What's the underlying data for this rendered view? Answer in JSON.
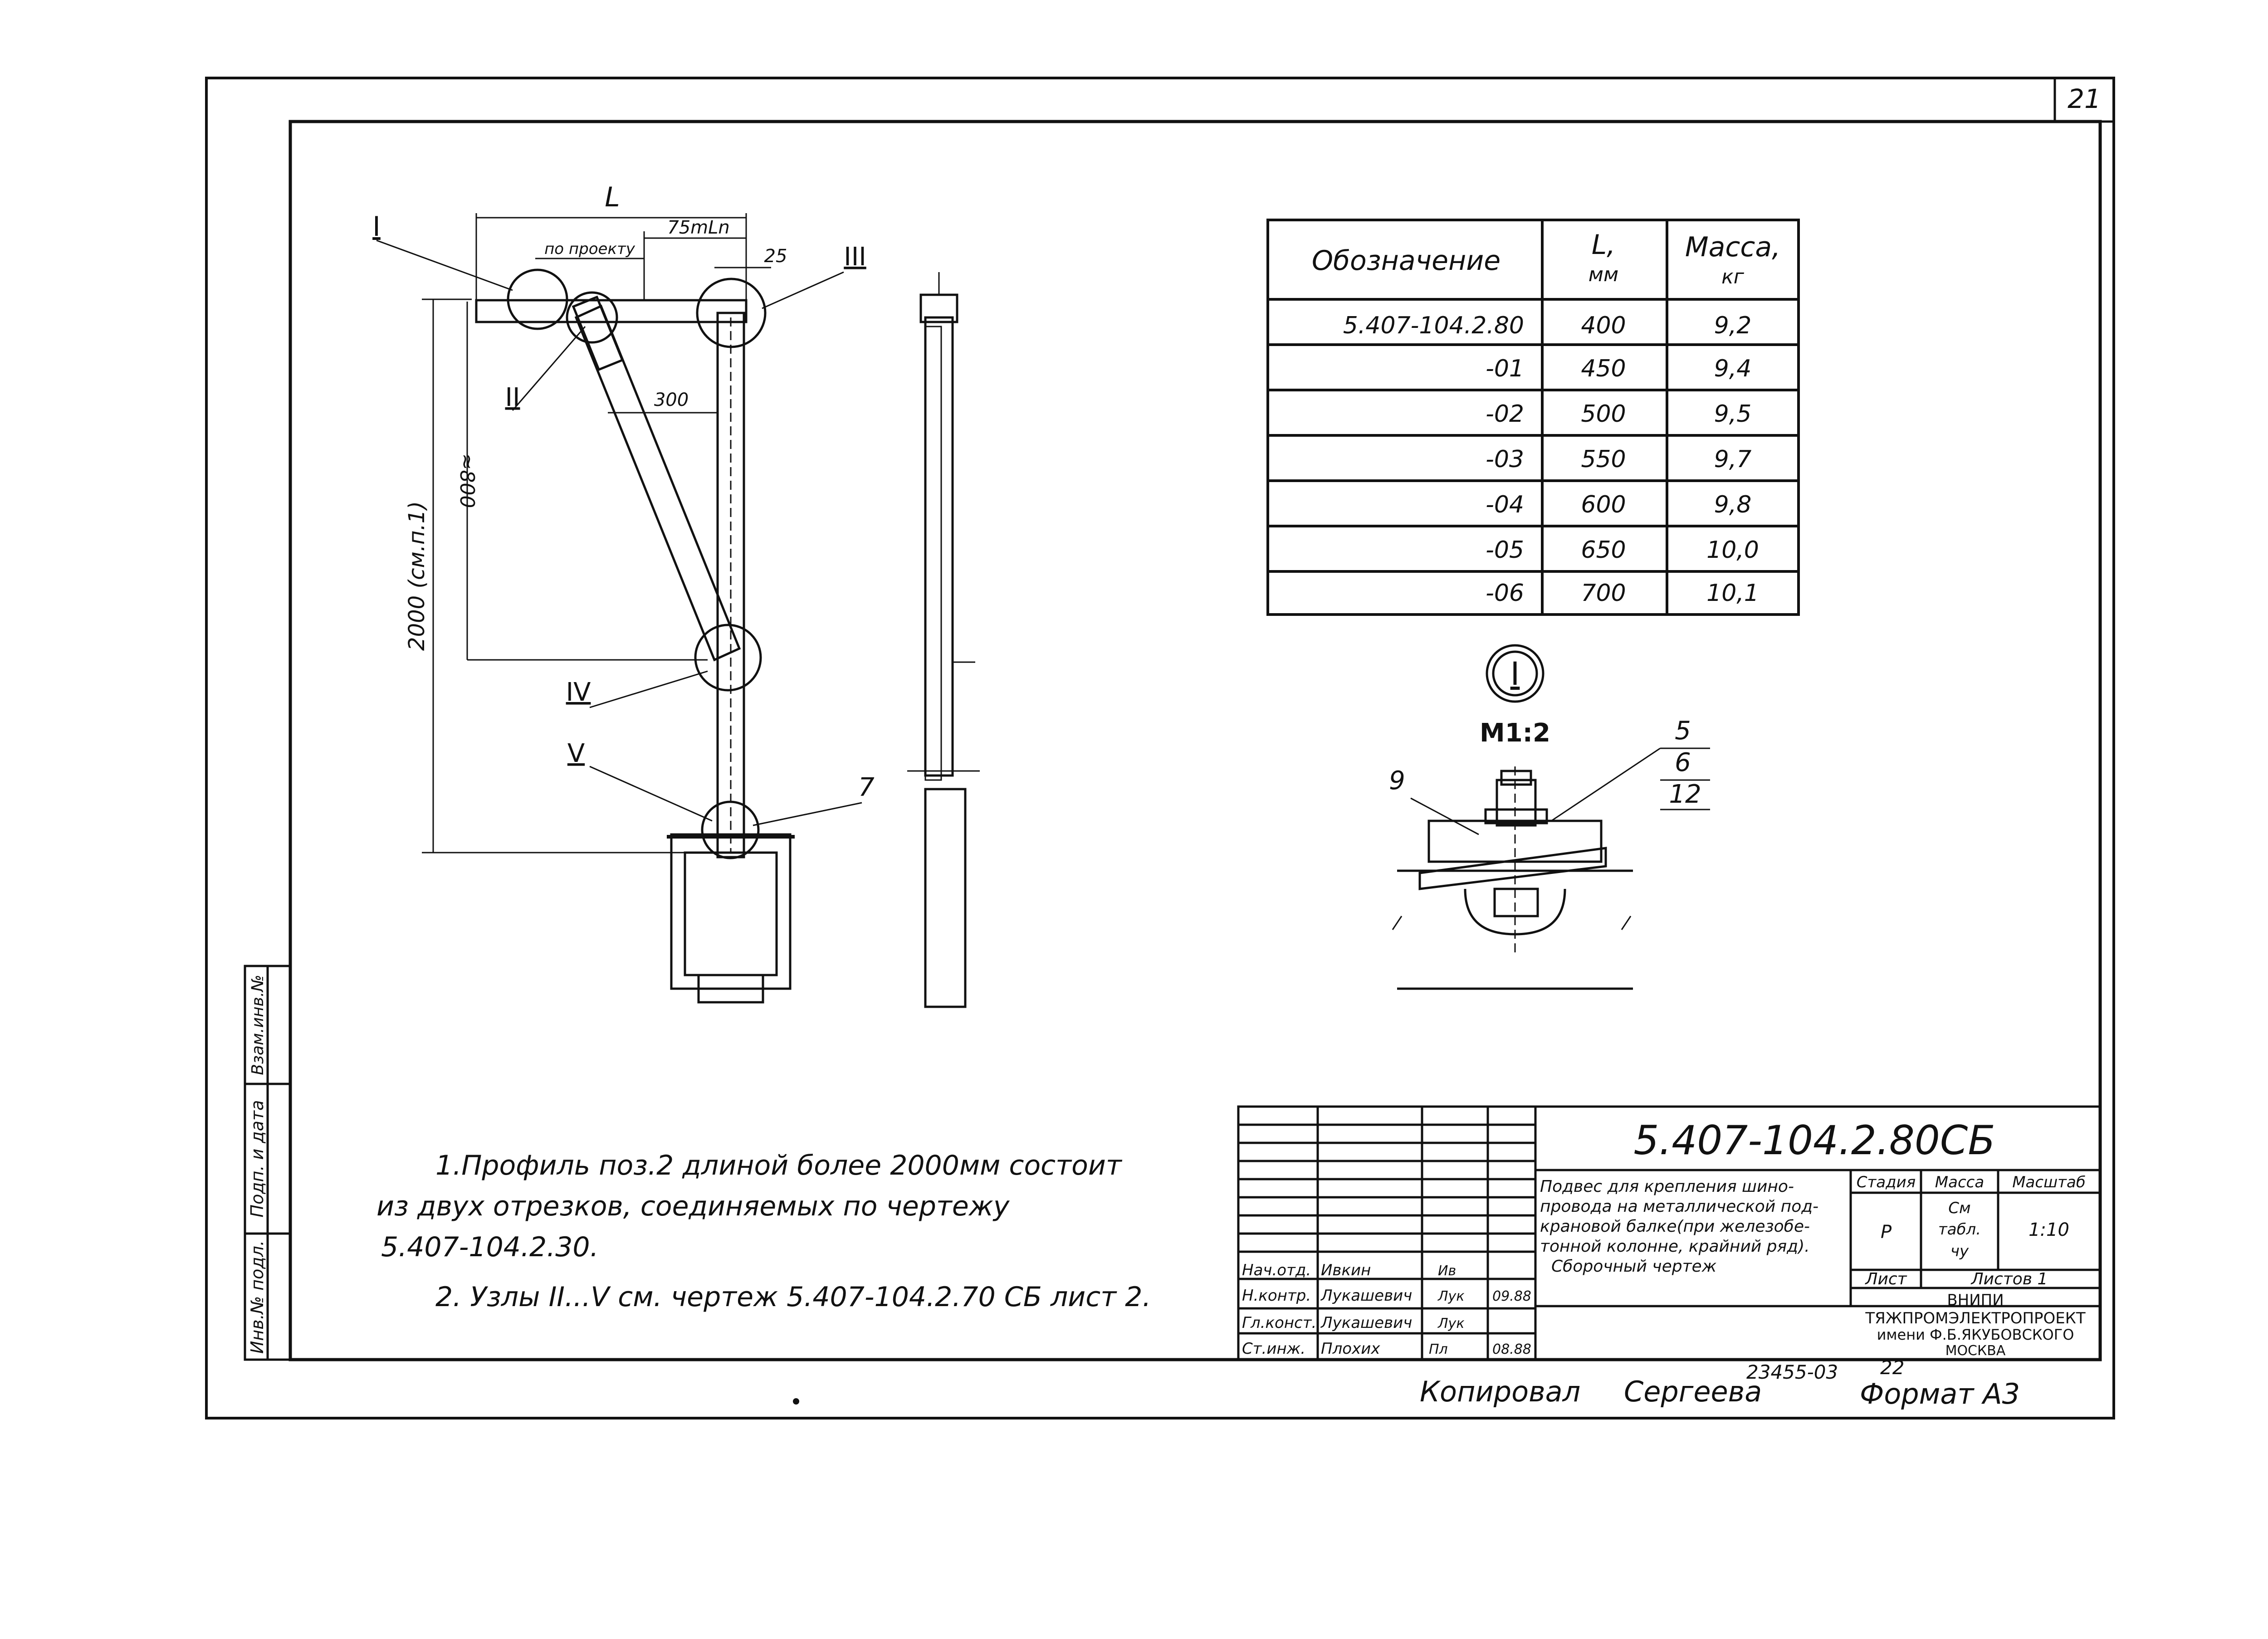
{
  "sheet": {
    "sheet_number": "21"
  },
  "table": {
    "headers": {
      "designation": "Обозначение",
      "length": "L,",
      "length_unit": "мм",
      "mass": "Масса,",
      "mass_unit": "кг"
    },
    "rows": [
      {
        "designation": "5.407-104.2.80",
        "length": "400",
        "mass": "9,2"
      },
      {
        "designation": "-01",
        "length": "450",
        "mass": "9,4"
      },
      {
        "designation": "-02",
        "length": "500",
        "mass": "9,5"
      },
      {
        "designation": "-03",
        "length": "550",
        "mass": "9,7"
      },
      {
        "designation": "-04",
        "length": "600",
        "mass": "9,8"
      },
      {
        "designation": "-05",
        "length": "650",
        "mass": "10,0"
      },
      {
        "designation": "-06",
        "length": "700",
        "mass": "10,1"
      }
    ]
  },
  "drawing": {
    "dim_L": "L",
    "dim_75": "75mLn",
    "dim_project": "по проекту",
    "dim_25": "25",
    "dim_300": "300",
    "dim_800": "≈800",
    "dim_2000": "2000 (см.п.1)",
    "callout_I": "I",
    "callout_II": "II",
    "callout_III": "III",
    "callout_IV": "IV",
    "callout_V": "V",
    "callout_7": "7"
  },
  "detail": {
    "title": "I",
    "scale": "М1:2",
    "pos_9": "9",
    "pos_5": "5",
    "pos_6": "6",
    "pos_12": "12"
  },
  "notes": {
    "line1": "1.Профиль поз.2 длиной более 2000мм состоит",
    "line2": "из двух   отрезков,  соединяемых    по    чертежу",
    "line3": "5.407-104.2.30.",
    "line4": "2. Узлы II...V см. чертеж  5.407-104.2.70 СБ  лист 2."
  },
  "side_stamp": {
    "inv_no": "Инв.№ подл.",
    "sign_date": "Подп. и дата",
    "replace_inv": "Взам.инв.№"
  },
  "title_block": {
    "doc_code": "5.407-104.2.80СБ",
    "desc_1": "Подвес для крепления шино-",
    "desc_2": "провода на металлической под-",
    "desc_3": "крановой балке(при железобе-",
    "desc_4": "тонной колонне, крайний ряд).",
    "desc_5": "Сборочный чертеж",
    "stage_label": "Стадия",
    "mass_label": "Масса",
    "scale_label": "Масштаб",
    "stage_value": "Р",
    "mass_value_1": "См",
    "mass_value_2": "табл.",
    "mass_value_3": "чу",
    "scale_value": "1:10",
    "sheet_label": "Лист",
    "sheets_label": "Листов 1",
    "org_1": "ВНИПИ",
    "org_2": "ТЯЖПРОМЭЛЕКТРОПРОЕКТ",
    "org_3": "имени Ф.Б.ЯКУБОВСКОГО",
    "org_4": "МОСКВА",
    "role_1": "Нач.отд.",
    "name_1": "Ивкин",
    "sign_1": "Ив",
    "role_2": "Н.контр.",
    "name_2": "Лукашевич",
    "sign_2": "Лук",
    "date_2": "09.88",
    "role_3": "Гл.конст.",
    "name_3": "Лукашевич",
    "sign_3": "Лук",
    "role_4": "Ст.инж.",
    "name_4": "Плохих",
    "sign_4": "Пл",
    "date_4": "08.88"
  },
  "footer": {
    "copied": "Копировал",
    "copier": "Сергеева",
    "order": "23455-03",
    "order_sheet": "22",
    "format": "Формат А3"
  }
}
